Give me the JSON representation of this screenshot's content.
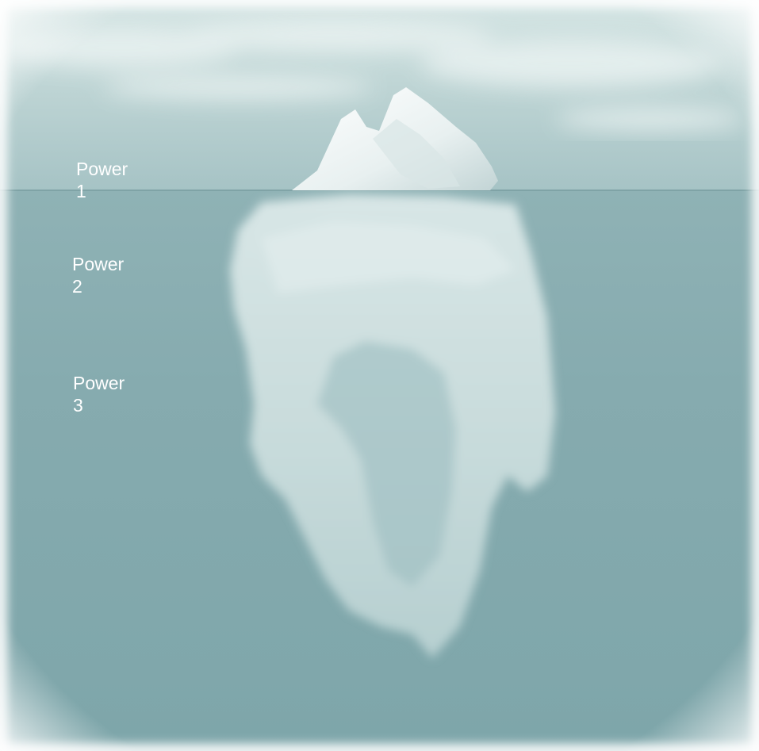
{
  "labels": [
    {
      "word": "Power",
      "number": "1"
    },
    {
      "word": "Power",
      "number": "2"
    },
    {
      "word": "Power",
      "number": "3"
    }
  ],
  "colors": {
    "sky_top": "#c9dcdc",
    "sky_bottom": "#a9c6c8",
    "water_top": "#8fb3b6",
    "water_bottom": "#7fa7ab",
    "ice": "#eef5f5",
    "frame_edge": "#ffffff"
  }
}
